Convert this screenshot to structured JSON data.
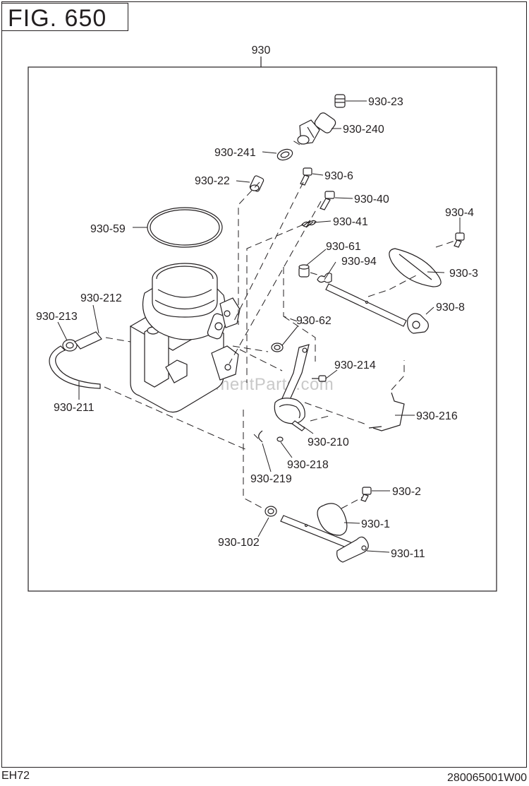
{
  "figure": {
    "title": "FIG. 650"
  },
  "assembly_label": "930",
  "parts": [
    {
      "id": "p23",
      "label": "930-23"
    },
    {
      "id": "p240",
      "label": "930-240"
    },
    {
      "id": "p241",
      "label": "930-241"
    },
    {
      "id": "p6",
      "label": "930-6"
    },
    {
      "id": "p22",
      "label": "930-22"
    },
    {
      "id": "p40",
      "label": "930-40"
    },
    {
      "id": "p41",
      "label": "930-41"
    },
    {
      "id": "p59",
      "label": "930-59"
    },
    {
      "id": "p4",
      "label": "930-4"
    },
    {
      "id": "p61",
      "label": "930-61"
    },
    {
      "id": "p94",
      "label": "930-94"
    },
    {
      "id": "p3",
      "label": "930-3"
    },
    {
      "id": "p212",
      "label": "930-212"
    },
    {
      "id": "p213",
      "label": "930-213"
    },
    {
      "id": "p8",
      "label": "930-8"
    },
    {
      "id": "p62",
      "label": "930-62"
    },
    {
      "id": "p214",
      "label": "930-214"
    },
    {
      "id": "p211",
      "label": "930-211"
    },
    {
      "id": "p216",
      "label": "930-216"
    },
    {
      "id": "p210",
      "label": "930-210"
    },
    {
      "id": "p218",
      "label": "930-218"
    },
    {
      "id": "p219",
      "label": "930-219"
    },
    {
      "id": "p2",
      "label": "930-2"
    },
    {
      "id": "p1",
      "label": "930-1"
    },
    {
      "id": "p102",
      "label": "930-102"
    },
    {
      "id": "p11",
      "label": "930-11"
    }
  ],
  "watermark": "eReplacementParts.com",
  "footer": {
    "model": "EH72",
    "doc_number": "280065001W00"
  }
}
